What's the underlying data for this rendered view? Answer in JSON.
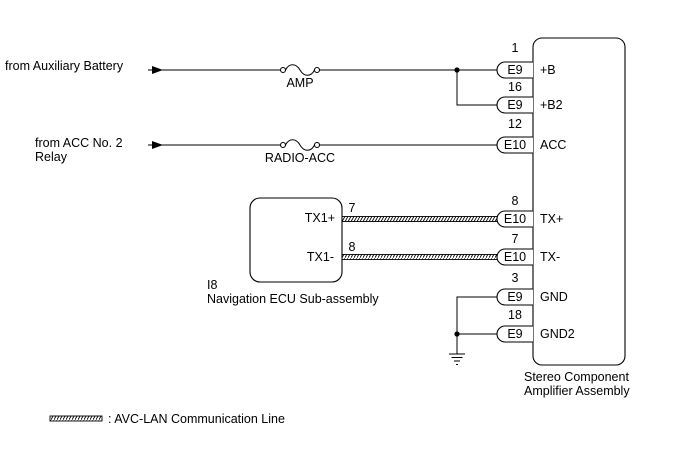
{
  "diagram": {
    "supplies": [
      {
        "source": [
          "from Auxiliary Battery"
        ],
        "fuse": "AMP"
      },
      {
        "source": [
          "from ACC No. 2",
          "Relay"
        ],
        "fuse": "RADIO-ACC"
      }
    ],
    "amplifier": {
      "name": [
        "Stereo Component",
        "Amplifier Assembly"
      ],
      "terminals": [
        {
          "connector": "E9",
          "pin": "1",
          "signal": "+B"
        },
        {
          "connector": "E9",
          "pin": "16",
          "signal": "+B2"
        },
        {
          "connector": "E10",
          "pin": "12",
          "signal": "ACC"
        },
        {
          "connector": "E10",
          "pin": "8",
          "signal": "TX+"
        },
        {
          "connector": "E10",
          "pin": "7",
          "signal": "TX-"
        },
        {
          "connector": "E9",
          "pin": "3",
          "signal": "GND"
        },
        {
          "connector": "E9",
          "pin": "18",
          "signal": "GND2"
        }
      ]
    },
    "navigation_ecu": {
      "code": "I8",
      "name": "Navigation ECU Sub-assembly",
      "terminals": [
        {
          "pin": "7",
          "signal": "TX1+"
        },
        {
          "pin": "8",
          "signal": "TX1-"
        }
      ]
    },
    "legend": {
      "line_label": ": AVC-LAN Communication Line"
    }
  },
  "colors": {
    "ink": "#000000",
    "background": "#ffffff"
  }
}
